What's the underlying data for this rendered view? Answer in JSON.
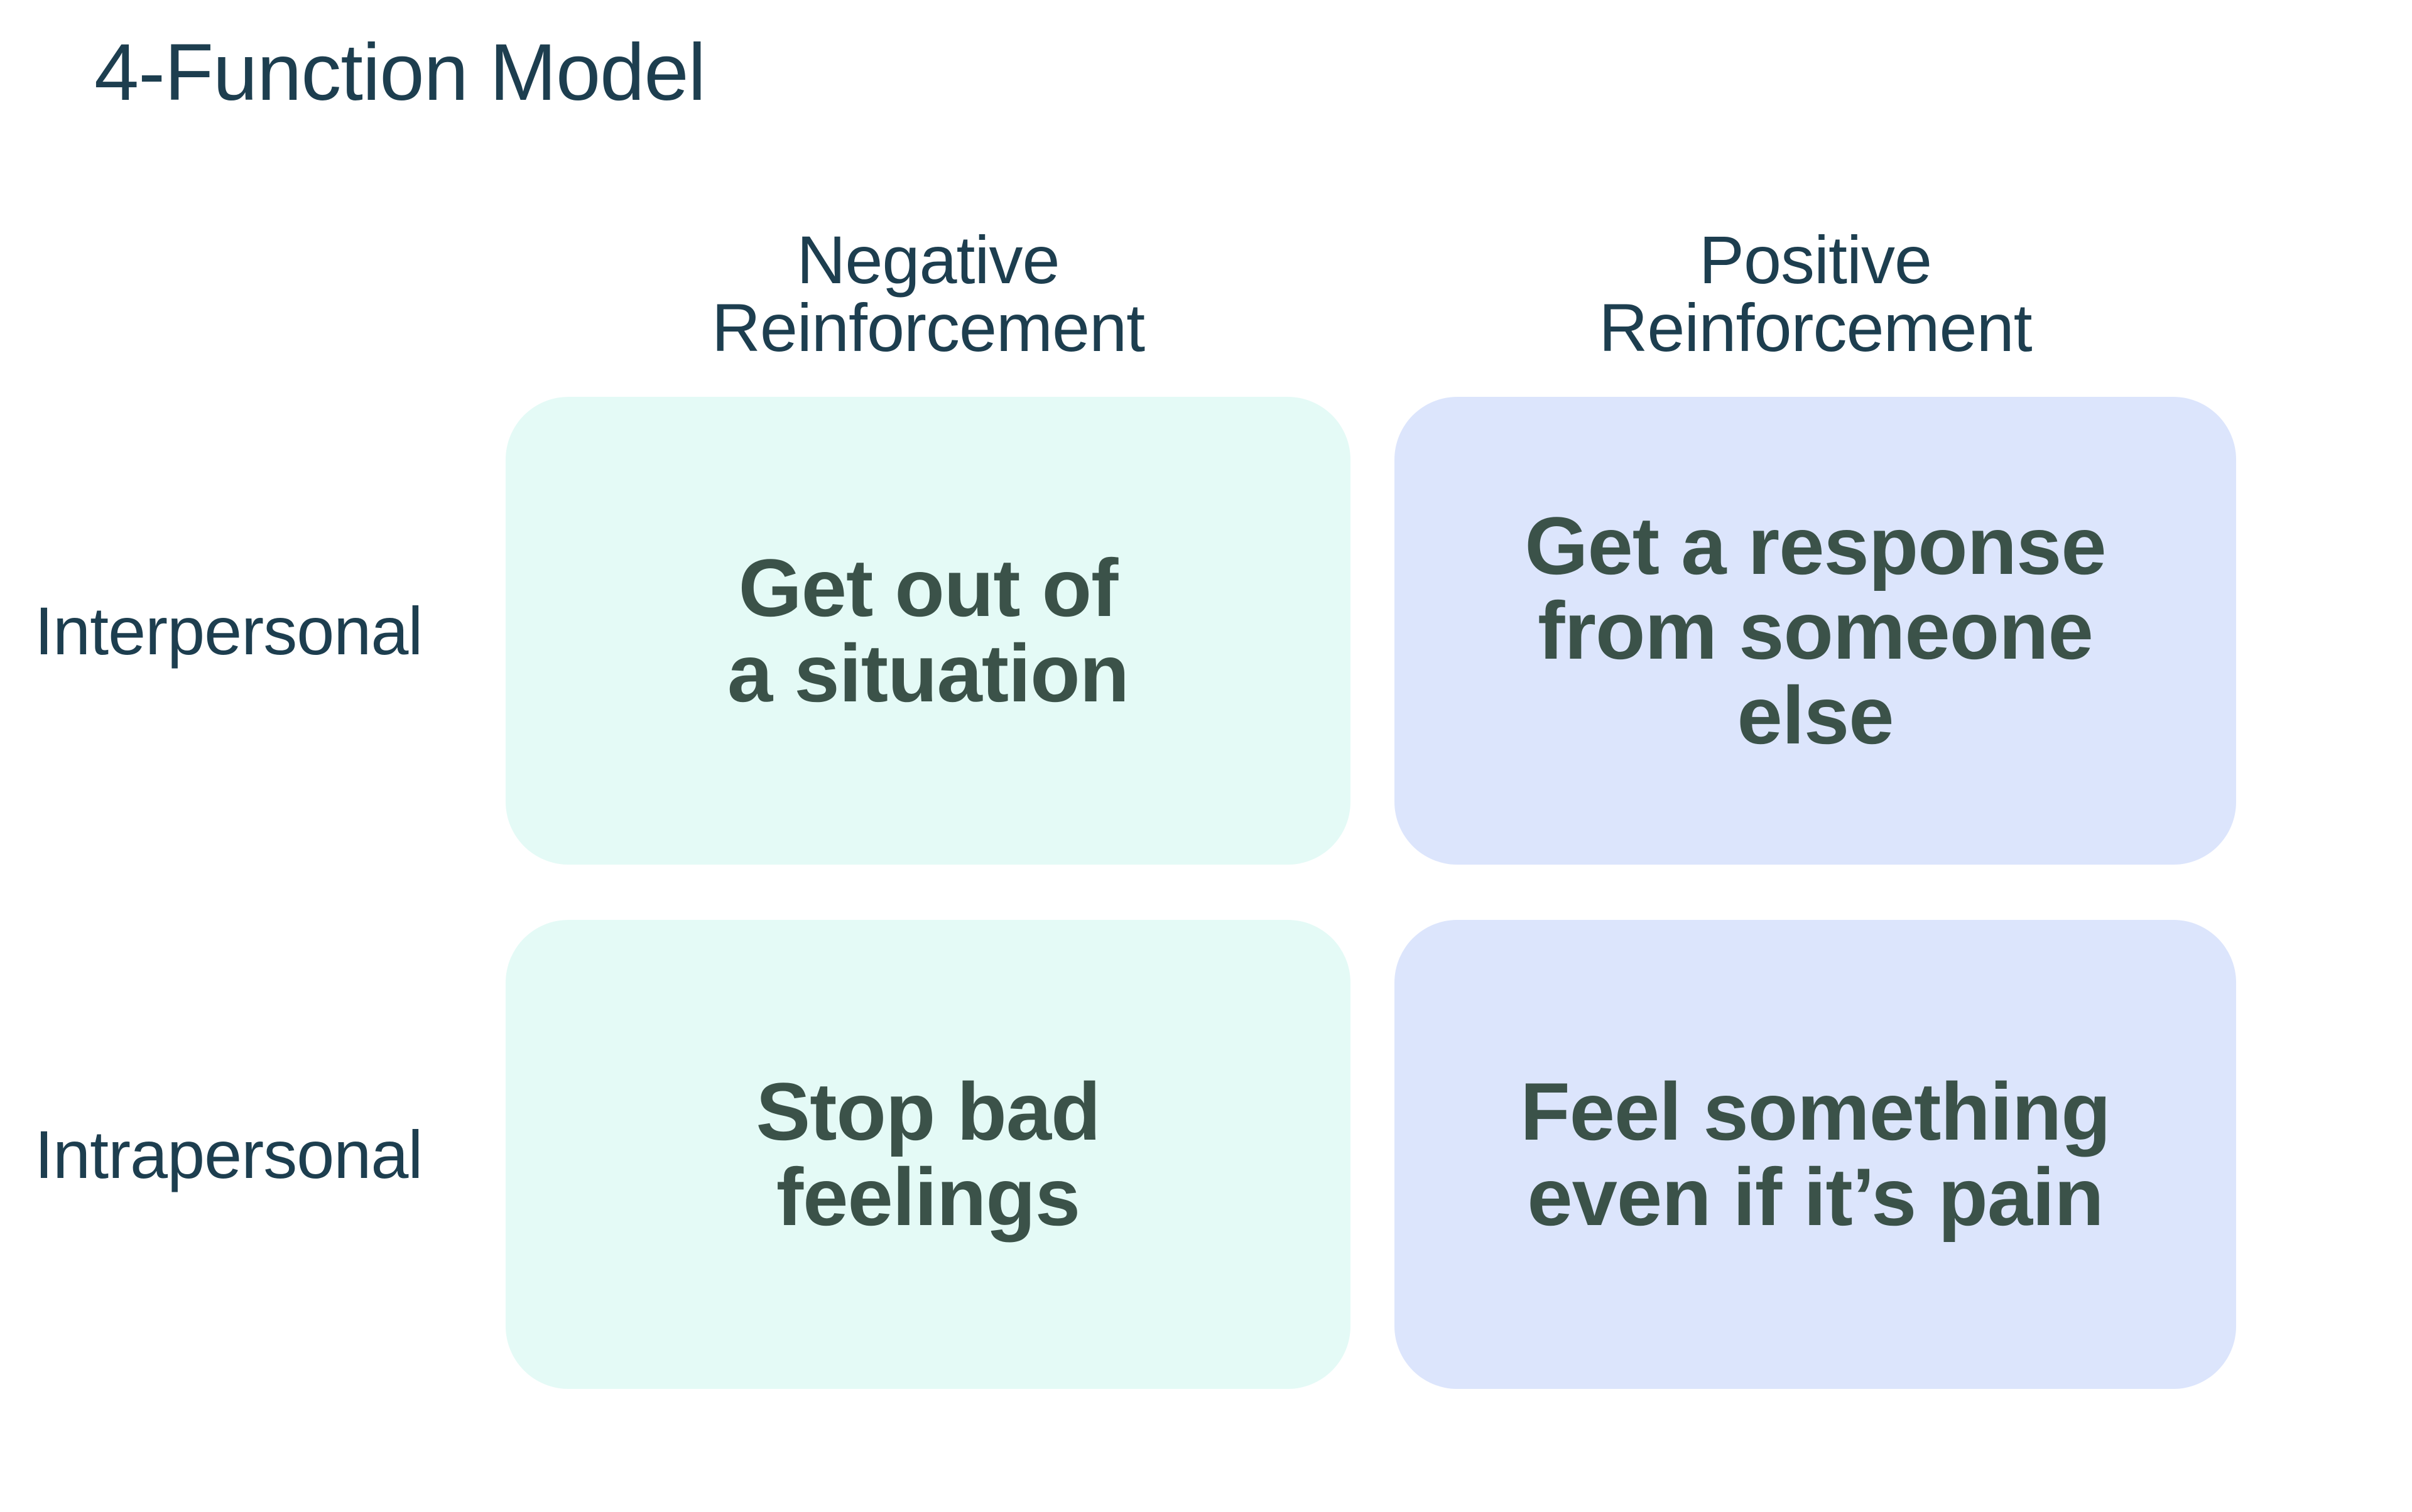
{
  "title": "4-Function Model",
  "colors": {
    "navy": "#1d3e4f",
    "cell_text": "#3b5249",
    "mint_bg": "#e4faf6",
    "lavender_bg": "#dce5fc",
    "page_bg": "#ffffff"
  },
  "columns": [
    {
      "key": "negative-reinforcement",
      "label_line1": "Negative",
      "label_line2": "Reinforcement"
    },
    {
      "key": "positive-reinforcement",
      "label_line1": "Positive",
      "label_line2": "Reinforcement"
    }
  ],
  "rows": [
    {
      "key": "interpersonal",
      "label": "Interpersonal"
    },
    {
      "key": "intrapersonal",
      "label": "Intrapersonal"
    }
  ],
  "cells": {
    "interpersonal_negative": {
      "line1": "Get out of",
      "line2": "a situation"
    },
    "interpersonal_positive": {
      "line1": "Get a response",
      "line2": "from someone",
      "line3": "else"
    },
    "intrapersonal_negative": {
      "line1": "Stop bad",
      "line2": "feelings"
    },
    "intrapersonal_positive": {
      "line1": "Feel something",
      "line2": "even if it’s pain"
    }
  }
}
